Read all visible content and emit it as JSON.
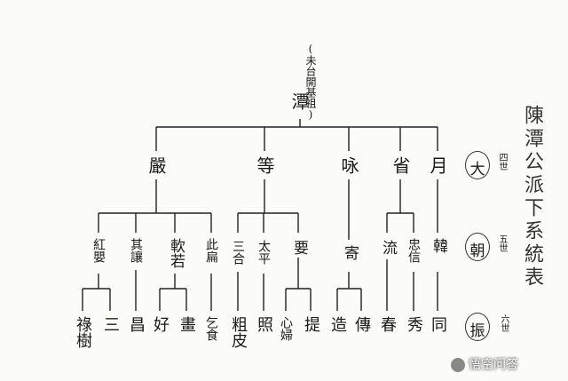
{
  "title": "陳潭公派下系統表",
  "ancestor_note": "(未台開基祖)",
  "ancestor": "潭",
  "generations": {
    "fourth": {
      "label": "四世",
      "mark": "大"
    },
    "fifth": {
      "label": "五世",
      "mark": "朝"
    },
    "sixth": {
      "label": "六世",
      "mark": "振"
    }
  },
  "gen1": [
    "嚴",
    "等",
    "咏",
    "省",
    "月"
  ],
  "gen2": [
    "紅嬰",
    "其讓",
    "軟若",
    "此扁",
    "三合",
    "太平",
    "要",
    "寄",
    "流",
    "忠信",
    "韓"
  ],
  "gen3": [
    "祿樹",
    "三",
    "昌",
    "好",
    "畫",
    "乞食",
    "粗皮",
    "照",
    "心婦",
    "提",
    "造",
    "傳",
    "春",
    "秀",
    "同"
  ],
  "watermark": "悟空问答"
}
